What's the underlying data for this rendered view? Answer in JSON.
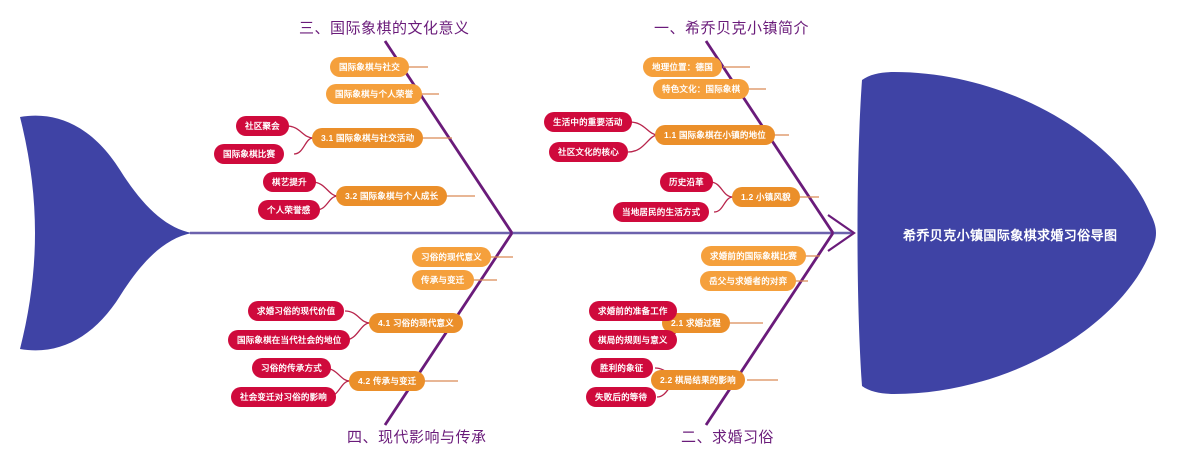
{
  "diagram": {
    "type": "fishbone",
    "title": "希乔贝克小镇国际象棋求婚习俗导图",
    "colors": {
      "fish_body": "#3f43a5",
      "spine": "#6c62ad",
      "bone": "#6a1b7a",
      "header_text": "#6a1b7a",
      "level2_node": "#f5a03c",
      "level3_node_orange": "#f5a03c",
      "level3_node_crimson": "#cf0a3c",
      "connector": "#d98a56"
    },
    "sections": [
      {
        "id": "section-1",
        "header": "一、希乔贝克小镇简介",
        "position": "top-right",
        "branches": [
          {
            "label": "1.1 国际象棋在小镇的地位",
            "style": "orange",
            "children": [
              {
                "label": "生活中的重要活动",
                "style": "crimson"
              },
              {
                "label": "社区文化的核心",
                "style": "crimson"
              }
            ],
            "extras": [
              {
                "label": "地理位置：德国",
                "style": "orange"
              },
              {
                "label": "特色文化：国际象棋",
                "style": "orange"
              }
            ]
          },
          {
            "label": "1.2 小镇风貌",
            "style": "orange",
            "children": [
              {
                "label": "历史沿革",
                "style": "crimson"
              },
              {
                "label": "当地居民的生活方式",
                "style": "crimson"
              }
            ]
          }
        ]
      },
      {
        "id": "section-2",
        "header": "二、求婚习俗",
        "position": "bottom-right",
        "branches": [
          {
            "label": "2.1 求婚过程",
            "style": "orange",
            "children": [
              {
                "label": "求婚前的准备工作",
                "style": "crimson"
              },
              {
                "label": "棋局的规则与意义",
                "style": "crimson"
              }
            ],
            "extras": [
              {
                "label": "求婚前的国际象棋比赛",
                "style": "orange"
              },
              {
                "label": "岳父与求婚者的对弈",
                "style": "orange"
              }
            ]
          },
          {
            "label": "2.2 棋局结果的影响",
            "style": "orange",
            "children": [
              {
                "label": "胜利的象征",
                "style": "crimson"
              },
              {
                "label": "失败后的等待",
                "style": "crimson"
              }
            ]
          }
        ]
      },
      {
        "id": "section-3",
        "header": "三、国际象棋的文化意义",
        "position": "top-left",
        "branches": [
          {
            "label": "3.1 国际象棋与社交活动",
            "style": "orange",
            "children": [
              {
                "label": "社区聚会",
                "style": "crimson"
              },
              {
                "label": "国际象棋比赛",
                "style": "crimson"
              }
            ],
            "extras": [
              {
                "label": "国际象棋与社交",
                "style": "orange"
              },
              {
                "label": "国际象棋与个人荣誉",
                "style": "orange"
              }
            ]
          },
          {
            "label": "3.2 国际象棋与个人成长",
            "style": "orange",
            "children": [
              {
                "label": "棋艺提升",
                "style": "crimson"
              },
              {
                "label": "个人荣誉感",
                "style": "crimson"
              }
            ]
          }
        ]
      },
      {
        "id": "section-4",
        "header": "四、现代影响与传承",
        "position": "bottom-left",
        "branches": [
          {
            "label": "4.1 习俗的现代意义",
            "style": "orange",
            "children": [
              {
                "label": "求婚习俗的现代价值",
                "style": "crimson"
              },
              {
                "label": "国际象棋在当代社会的地位",
                "style": "crimson"
              }
            ],
            "extras": [
              {
                "label": "习俗的现代意义",
                "style": "orange"
              },
              {
                "label": "传承与变迁",
                "style": "orange"
              }
            ]
          },
          {
            "label": "4.2 传承与变迁",
            "style": "orange",
            "children": [
              {
                "label": "习俗的传承方式",
                "style": "crimson"
              },
              {
                "label": "社会变迁对习俗的影响",
                "style": "crimson"
              }
            ]
          }
        ]
      }
    ]
  },
  "nodes": {
    "s1_geo": "地理位置：德国",
    "s1_culture": "特色文化：国际象棋",
    "s1_b1": "1.1 国际象棋在小镇的地位",
    "s1_b1_c1": "生活中的重要活动",
    "s1_b1_c2": "社区文化的核心",
    "s1_b2": "1.2 小镇风貌",
    "s1_b2_c1": "历史沿革",
    "s1_b2_c2": "当地居民的生活方式",
    "s2_x1": "求婚前的国际象棋比赛",
    "s2_x2": "岳父与求婚者的对弈",
    "s2_b1": "2.1 求婚过程",
    "s2_b1_c1": "求婚前的准备工作",
    "s2_b1_c2": "棋局的规则与意义",
    "s2_b2": "2.2 棋局结果的影响",
    "s2_b2_c1": "胜利的象征",
    "s2_b2_c2": "失败后的等待",
    "s3_x1": "国际象棋与社交",
    "s3_x2": "国际象棋与个人荣誉",
    "s3_b1": "3.1 国际象棋与社交活动",
    "s3_b1_c1": "社区聚会",
    "s3_b1_c2": "国际象棋比赛",
    "s3_b2": "3.2 国际象棋与个人成长",
    "s3_b2_c1": "棋艺提升",
    "s3_b2_c2": "个人荣誉感",
    "s4_x1": "习俗的现代意义",
    "s4_x2": "传承与变迁",
    "s4_b1": "4.1 习俗的现代意义",
    "s4_b1_c1": "求婚习俗的现代价值",
    "s4_b1_c2": "国际象棋在当代社会的地位",
    "s4_b2": "4.2 传承与变迁",
    "s4_b2_c1": "习俗的传承方式",
    "s4_b2_c2": "社会变迁对习俗的影响"
  },
  "headers": {
    "h1": "一、希乔贝克小镇简介",
    "h2": "二、求婚习俗",
    "h3": "三、国际象棋的文化意义",
    "h4": "四、现代影响与传承"
  }
}
